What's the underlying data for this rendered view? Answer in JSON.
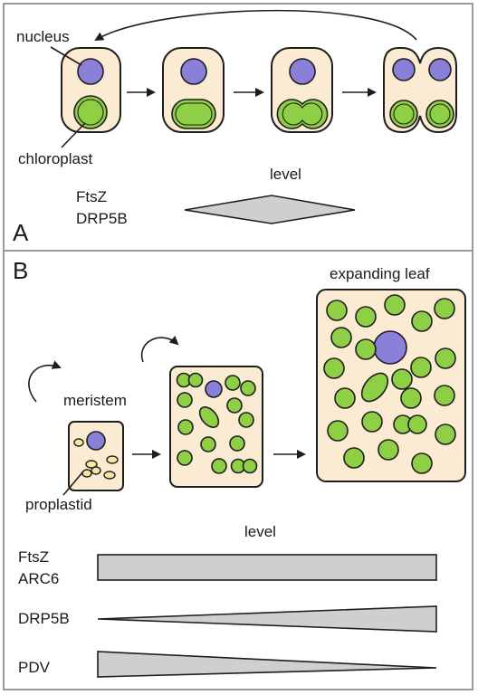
{
  "panel_a": {
    "letter": "A",
    "nucleus_label": "nucleus",
    "chloroplast_label": "chloroplast",
    "level_label": "level",
    "protein_1": "FtsZ",
    "protein_2": "DRP5B"
  },
  "panel_b": {
    "letter": "B",
    "meristem_label": "meristem",
    "proplastid_label": "proplastid",
    "expanding_leaf_label": "expanding leaf",
    "level_label": "level",
    "protein_1": "FtsZ",
    "protein_2": "ARC6",
    "protein_3": "DRP5B",
    "protein_4": "PDV"
  },
  "colors": {
    "cell_fill": "#fbebd2",
    "chloroplast": "#8ecf45",
    "nucleus": "#8b80d9",
    "proplastid": "#f5e8a0",
    "level_bar": "#cfcfcf"
  }
}
